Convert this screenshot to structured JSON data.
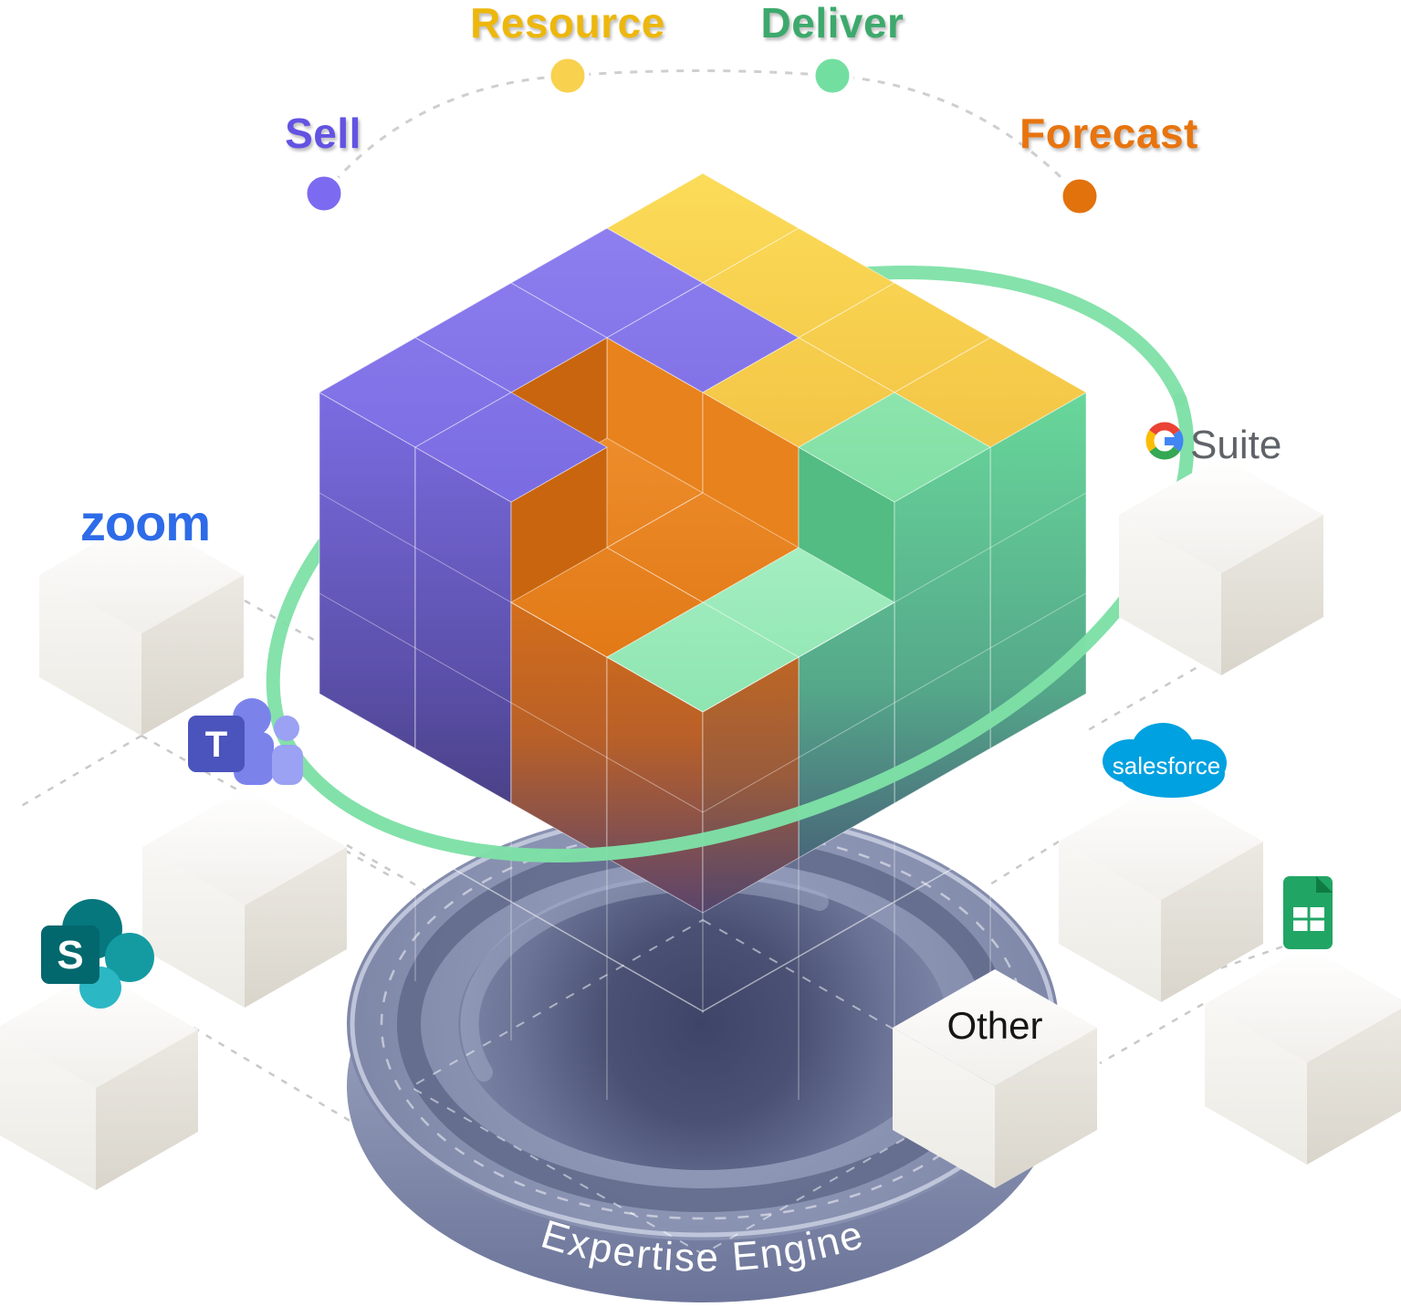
{
  "illustration": {
    "name": "Expertise Engine",
    "cycle_stages": [
      {
        "label": "Sell",
        "text_color": "#6353E2",
        "dot_color": "#7C6BF0"
      },
      {
        "label": "Resource",
        "text_color": "#EDB70D",
        "dot_color": "#F8D14E"
      },
      {
        "label": "Deliver",
        "text_color": "#3DA96C",
        "dot_color": "#72DFA0"
      },
      {
        "label": "Forecast",
        "text_color": "#E8740E",
        "dot_color": "#E2720C"
      }
    ],
    "platform_label": "Expertise Engine",
    "cube_colors": {
      "sell": "#8273E8",
      "resource": "#F7CE45",
      "deliver": "#6ED29A",
      "forecast": "#E8791C"
    },
    "ring_color": "#7EE0A6",
    "integrations": [
      {
        "id": "zoom",
        "label": "zoom",
        "color": "#2D6BE8"
      },
      {
        "id": "microsoft-teams",
        "icon_letter": "T",
        "color": "#4B53BC"
      },
      {
        "id": "sharepoint",
        "icon_letter": "S",
        "color": "#036C70"
      },
      {
        "id": "g-suite",
        "label": "Suite",
        "color": "#5F6368"
      },
      {
        "id": "salesforce",
        "label": "salesforce",
        "color": "#00A1E0"
      },
      {
        "id": "google-sheets",
        "color": "#21A565"
      },
      {
        "id": "other",
        "label": "Other",
        "color": "#161616"
      }
    ]
  }
}
